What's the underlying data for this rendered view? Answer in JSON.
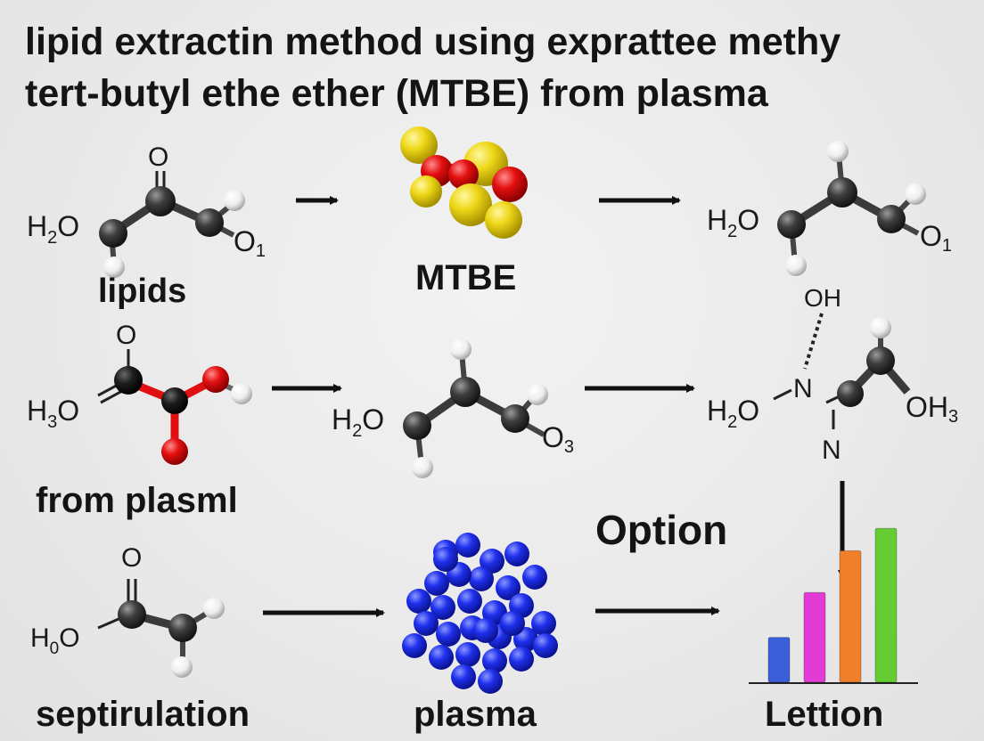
{
  "title": {
    "line1": "lipid extractin method using exprattee methy",
    "line2": "tert-butyl ethe ether (MTBE) from plasma"
  },
  "labels": {
    "lipids": "lipids",
    "mtbe": "MTBE",
    "from_plasml": "from plasml",
    "option": "Option",
    "septirulation": "septirulation",
    "plasma": "plasma",
    "lettion": "Lettion"
  },
  "atoms": {
    "r1_left": {
      "h2o": "H",
      "h2o_sub": "2",
      "h2o_tail": "O",
      "top": "O",
      "right": "O",
      "right_sub": "1"
    },
    "r1_right": {
      "h2o": "H",
      "h2o_sub": "2",
      "h2o_tail": "O",
      "right": "O",
      "right_sub": "1"
    },
    "r2_left": {
      "h3o": "H",
      "h3o_sub": "3",
      "h3o_tail": "O",
      "top": "O"
    },
    "r2_mid": {
      "h2o": "H",
      "h2o_sub": "2",
      "h2o_tail": "O",
      "right": "O",
      "right_sub": "3"
    },
    "r2_right": {
      "oh": "OH",
      "h2o": "H",
      "h2o_sub": "2",
      "h2o_tail": "O",
      "n1": "N",
      "n2": "N",
      "oh3": "OH",
      "oh3_sub": "3"
    },
    "r3_left": {
      "h0o": "H",
      "h0o_sub": "0",
      "h0o_tail": "O",
      "top": "O"
    }
  },
  "bar_chart": {
    "colors": [
      "#3a5fd8",
      "#e23bd6",
      "#f07f2c",
      "#66cc33"
    ],
    "values": [
      0.28,
      0.56,
      0.82,
      0.96
    ]
  },
  "colors": {
    "carbon": "#3a3a3a",
    "oxygen": "#e01010",
    "sulfur_yellow": "#e8d21a",
    "plasma_blue": "#1c2ee8",
    "hydrogen": "#ffffff"
  }
}
